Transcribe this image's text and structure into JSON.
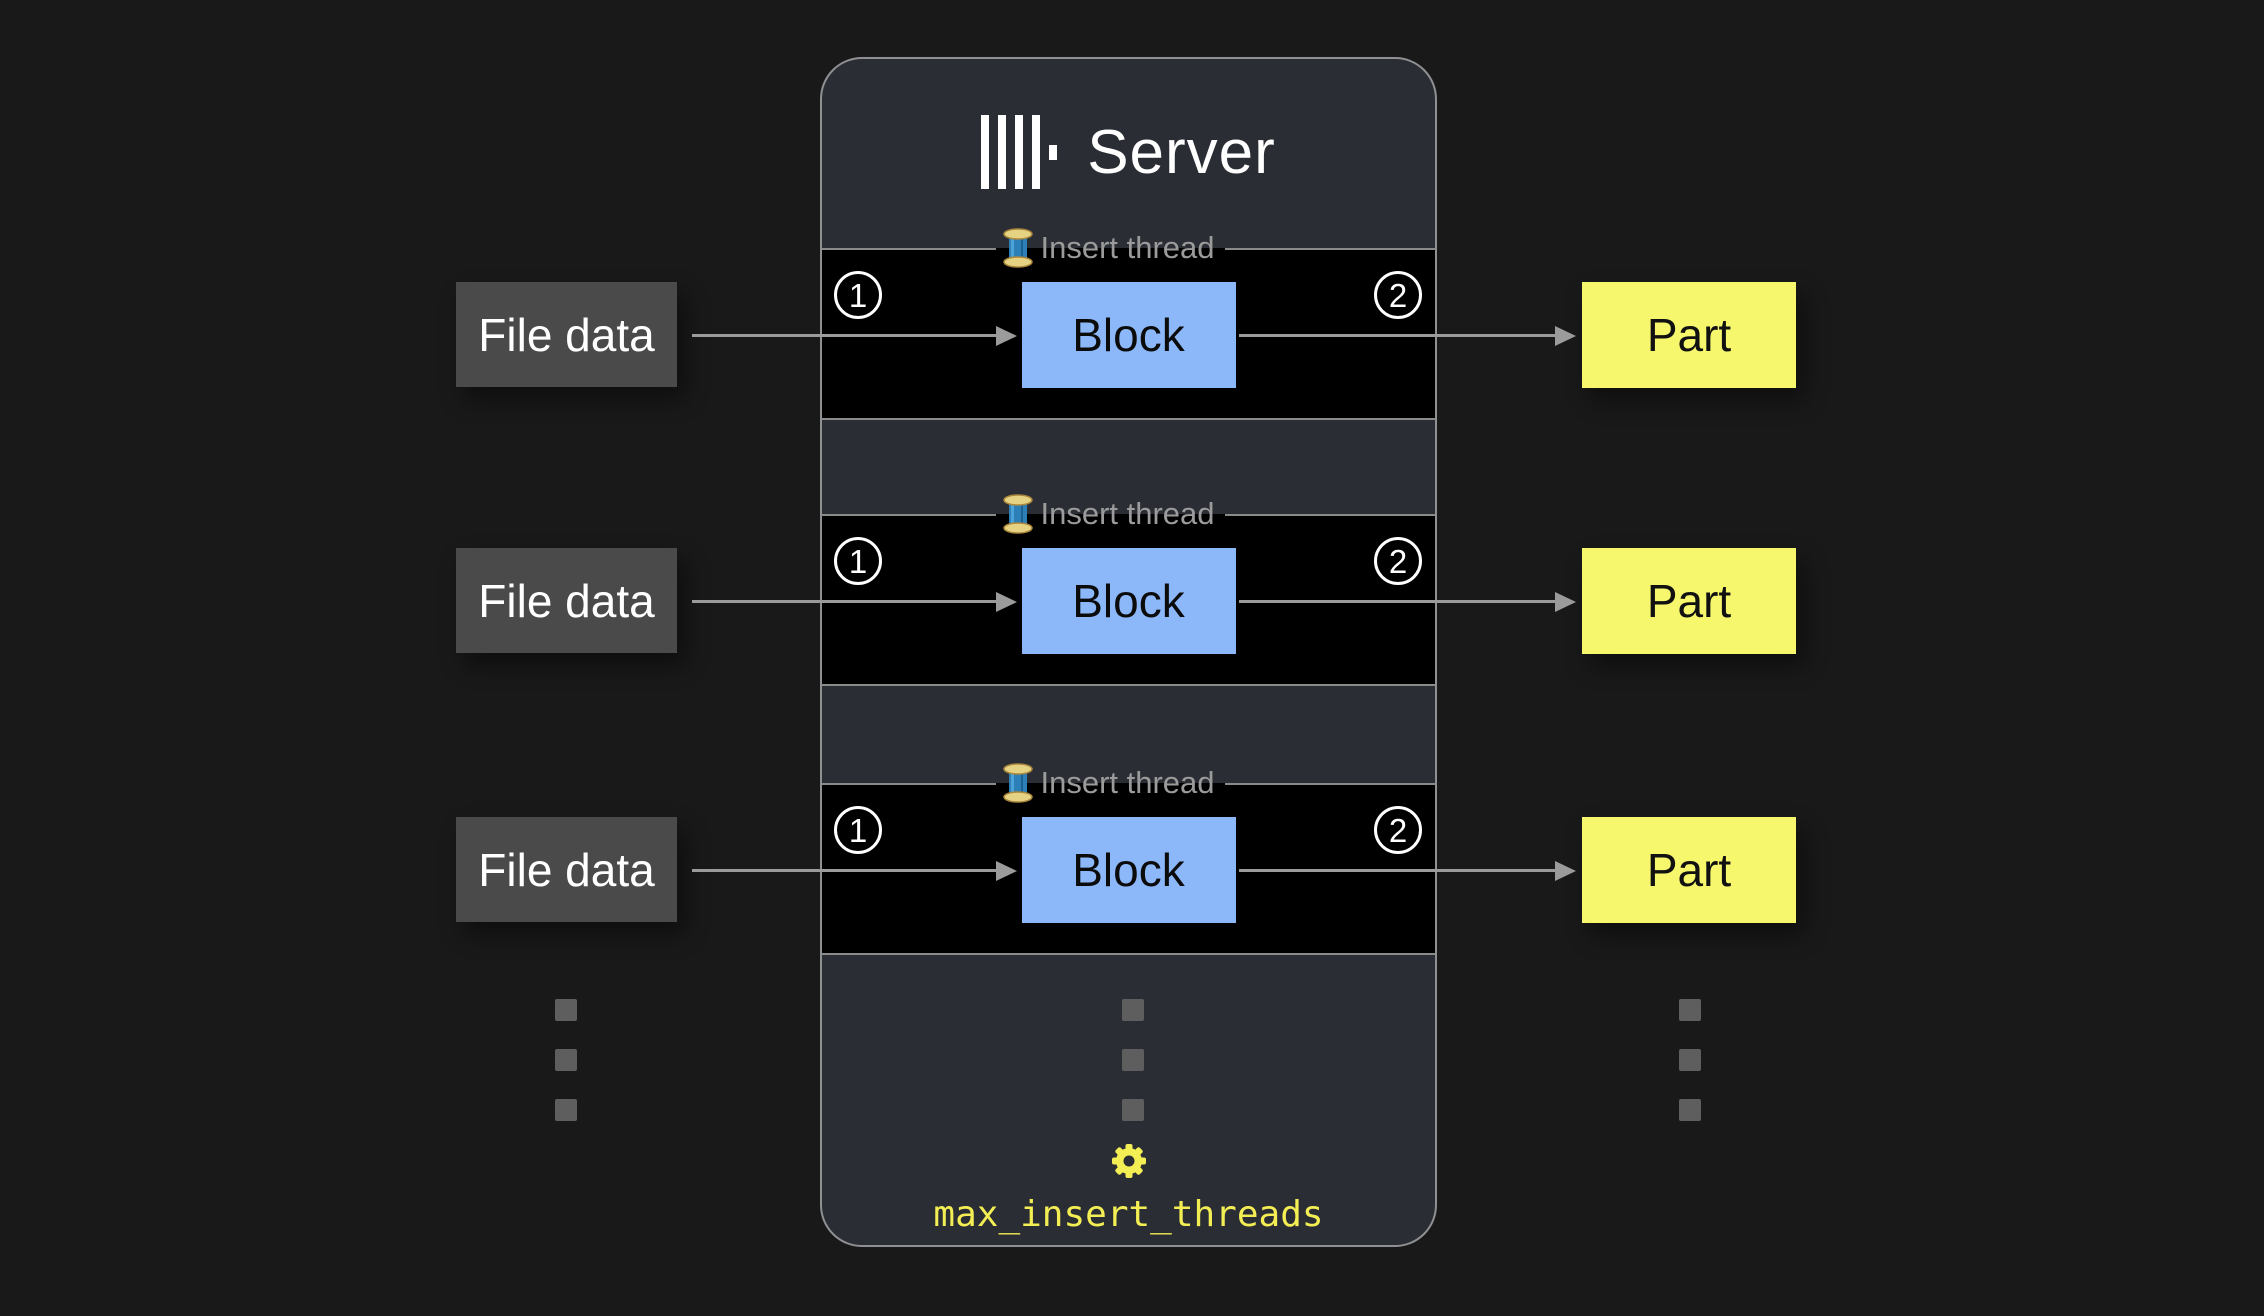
{
  "server": {
    "title": "Server",
    "logo_icon": "clickhouse-logo",
    "setting_label": "max_insert_threads",
    "setting_icon": "gear-icon"
  },
  "rows": [
    {
      "file_data": "File data",
      "insert_thread": "Insert thread",
      "block": "Block",
      "part": "Part",
      "step_in": "1",
      "step_out": "2"
    },
    {
      "file_data": "File data",
      "insert_thread": "Insert thread",
      "block": "Block",
      "part": "Part",
      "step_in": "1",
      "step_out": "2"
    },
    {
      "file_data": "File data",
      "insert_thread": "Insert thread",
      "block": "Block",
      "part": "Part",
      "step_in": "1",
      "step_out": "2"
    }
  ],
  "icons": {
    "thread_spool": "thread-spool-icon",
    "gear": "gear-icon",
    "arrow": "arrow-right"
  },
  "colors": {
    "bg": "#191919",
    "panel_bg": "#2a2d34",
    "panel_border": "#8f9092",
    "box_black": "#000000",
    "box_border": "#8a8a8a",
    "blue": "#8cb8f9",
    "yellow": "#f7f76d",
    "gray_box": "#4a4a4b",
    "muted": "#9b9b9b",
    "accent": "#f3ee54",
    "dot": "#5e5e5e",
    "white": "#ffffff"
  }
}
